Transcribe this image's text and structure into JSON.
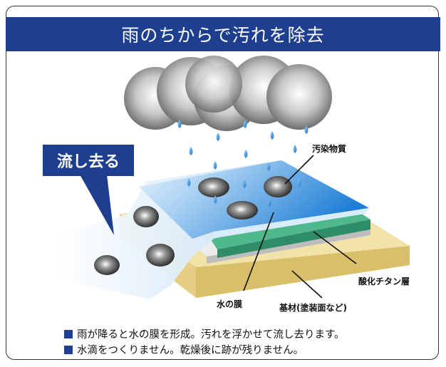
{
  "title": "雨のちからで汚れを除去",
  "flow_label": "流し去る",
  "labels": {
    "pollutant": "汚染物質",
    "titanium_layer": "酸化チタン層",
    "water_film": "水の膜",
    "substrate": "基材(塗装面など)"
  },
  "captions": [
    "雨が降ると水の膜を形成。汚れを浮かせて流し去ります。",
    "水滴をつくりません。乾燥後に跡が残りません。"
  ],
  "colors": {
    "accent_navy": "#1e3f8f",
    "water_blue": "#2a7fd6",
    "titanium_green": "#3aa47a",
    "substrate_yellow": "#e8d48c"
  }
}
